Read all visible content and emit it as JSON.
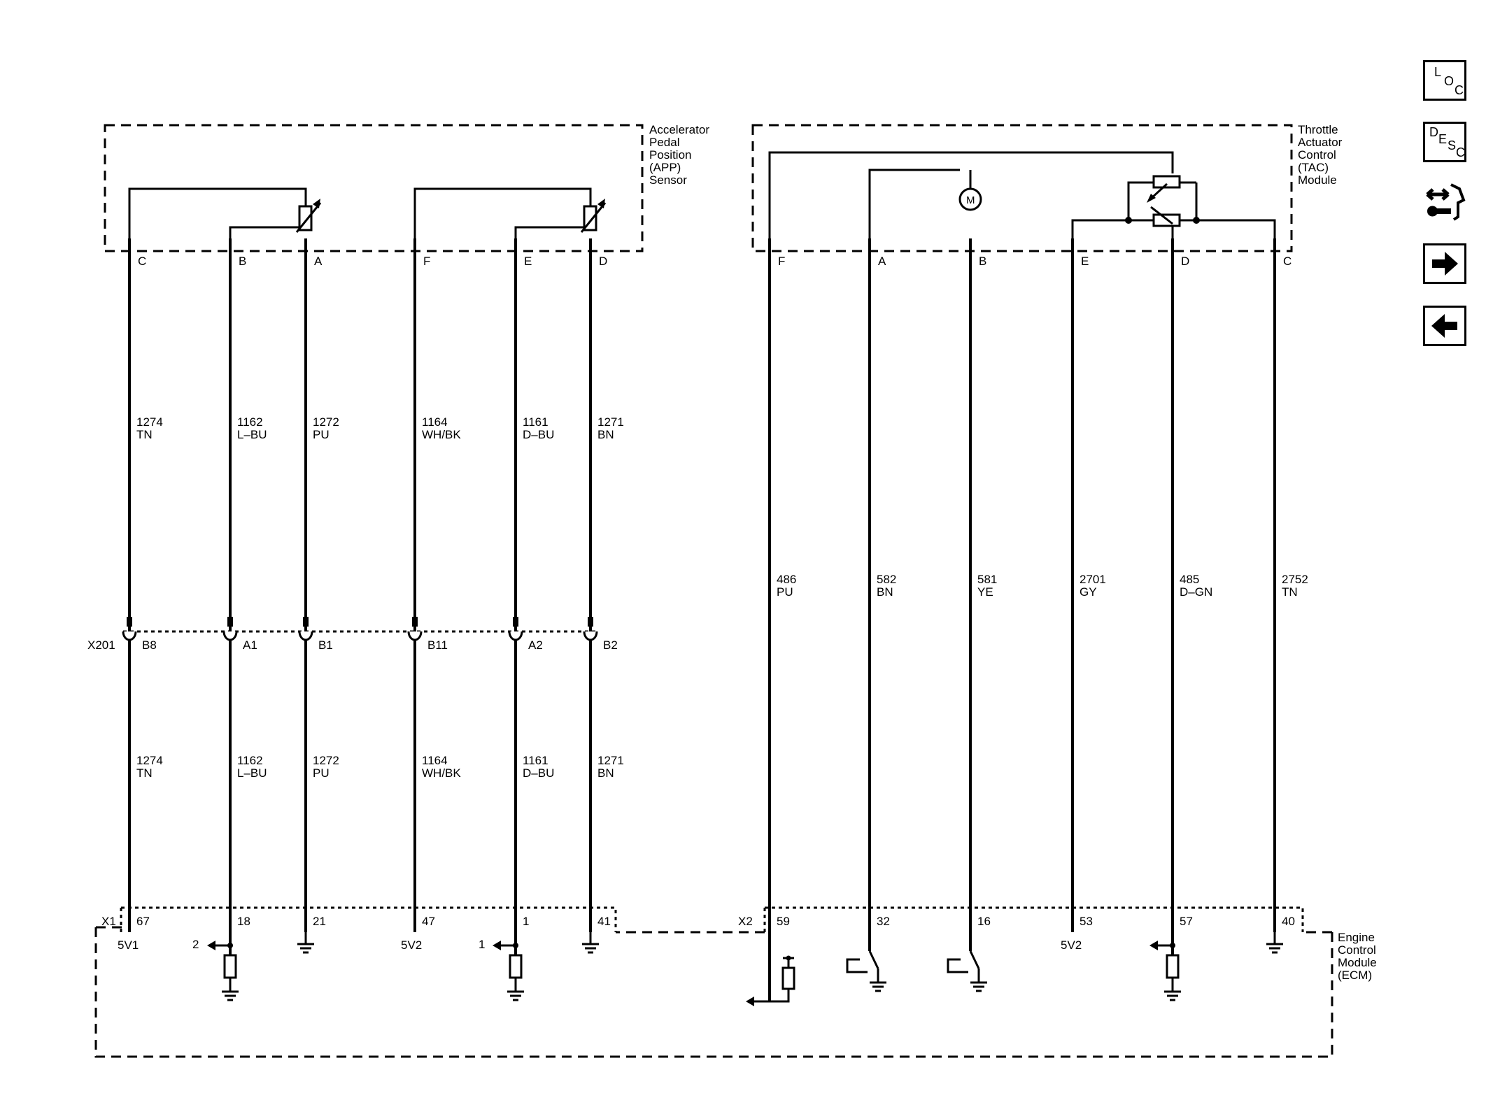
{
  "components": {
    "app_sensor": [
      "Accelerator",
      "Pedal",
      "Position",
      "(APP)",
      "Sensor"
    ],
    "tac_module": [
      "Throttle",
      "Actuator",
      "Control",
      "(TAC)",
      "Module"
    ],
    "ecm": [
      "Engine",
      "Control",
      "Module",
      "(ECM)"
    ]
  },
  "connectors": {
    "inline": "X201",
    "ecm_x1": "X1",
    "ecm_x2": "X2"
  },
  "circuits": [
    {
      "pin": "C",
      "circuit": "1274",
      "color": "TN",
      "x201": "B8",
      "ecm_pin": "67",
      "ecm_label": "5V1"
    },
    {
      "pin": "B",
      "circuit": "1162",
      "color": "L–BU",
      "x201": "A1",
      "ecm_pin": "18",
      "ecm_label": "2"
    },
    {
      "pin": "A",
      "circuit": "1272",
      "color": "PU",
      "x201": "B1",
      "ecm_pin": "21",
      "ecm_label": ""
    },
    {
      "pin": "F",
      "circuit": "1164",
      "color": "WH/BK",
      "x201": "B11",
      "ecm_pin": "47",
      "ecm_label": "5V2"
    },
    {
      "pin": "E",
      "circuit": "1161",
      "color": "D–BU",
      "x201": "A2",
      "ecm_pin": "1",
      "ecm_label": "1"
    },
    {
      "pin": "D",
      "circuit": "1271",
      "color": "BN",
      "x201": "B2",
      "ecm_pin": "41",
      "ecm_label": ""
    },
    {
      "pin": "F",
      "circuit": "486",
      "color": "PU",
      "ecm_pin": "59",
      "ecm_label": ""
    },
    {
      "pin": "A",
      "circuit": "582",
      "color": "BN",
      "ecm_pin": "32",
      "ecm_label": ""
    },
    {
      "pin": "B",
      "circuit": "581",
      "color": "YE",
      "ecm_pin": "16",
      "ecm_label": ""
    },
    {
      "pin": "E",
      "circuit": "2701",
      "color": "GY",
      "ecm_pin": "53",
      "ecm_label": "5V2"
    },
    {
      "pin": "D",
      "circuit": "485",
      "color": "D–GN",
      "ecm_pin": "57",
      "ecm_label": ""
    },
    {
      "pin": "C",
      "circuit": "2752",
      "color": "TN",
      "ecm_pin": "40",
      "ecm_label": ""
    }
  ],
  "motor_symbol": "M",
  "nav": {
    "loc": [
      "L",
      "O",
      "C"
    ],
    "desc": [
      "D",
      "E",
      "S",
      "C"
    ],
    "icons": [
      "connector-view-icon",
      "next-arrow-icon",
      "back-arrow-icon"
    ]
  }
}
